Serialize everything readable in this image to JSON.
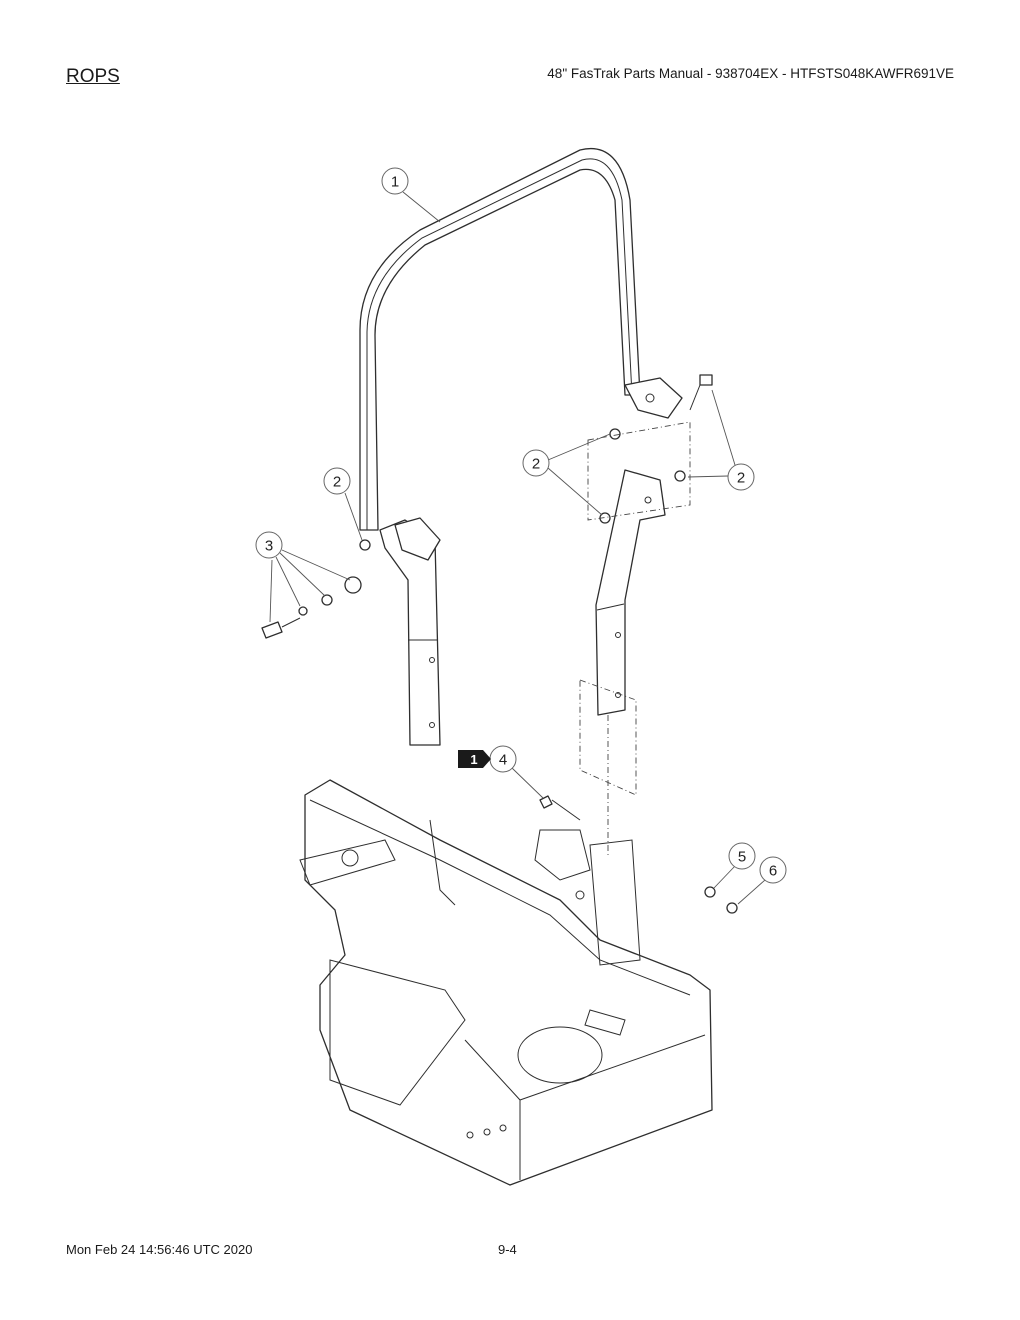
{
  "header": {
    "section_title": "ROPS",
    "manual_title": "48\" FasTrak Parts Manual - 938704EX - HTFSTS048KAWFR691VE"
  },
  "footer": {
    "timestamp": "Mon Feb 24 14:56:46 UTC 2020",
    "page_number": "9-4"
  },
  "callouts": [
    {
      "id": "c1",
      "label": "1"
    },
    {
      "id": "c2a",
      "label": "2"
    },
    {
      "id": "c2b",
      "label": "2"
    },
    {
      "id": "c2c",
      "label": "2"
    },
    {
      "id": "c3",
      "label": "3"
    },
    {
      "id": "c4",
      "label": "4"
    },
    {
      "id": "c5",
      "label": "5"
    },
    {
      "id": "c6",
      "label": "6"
    }
  ],
  "note_flag": {
    "label": "1"
  }
}
